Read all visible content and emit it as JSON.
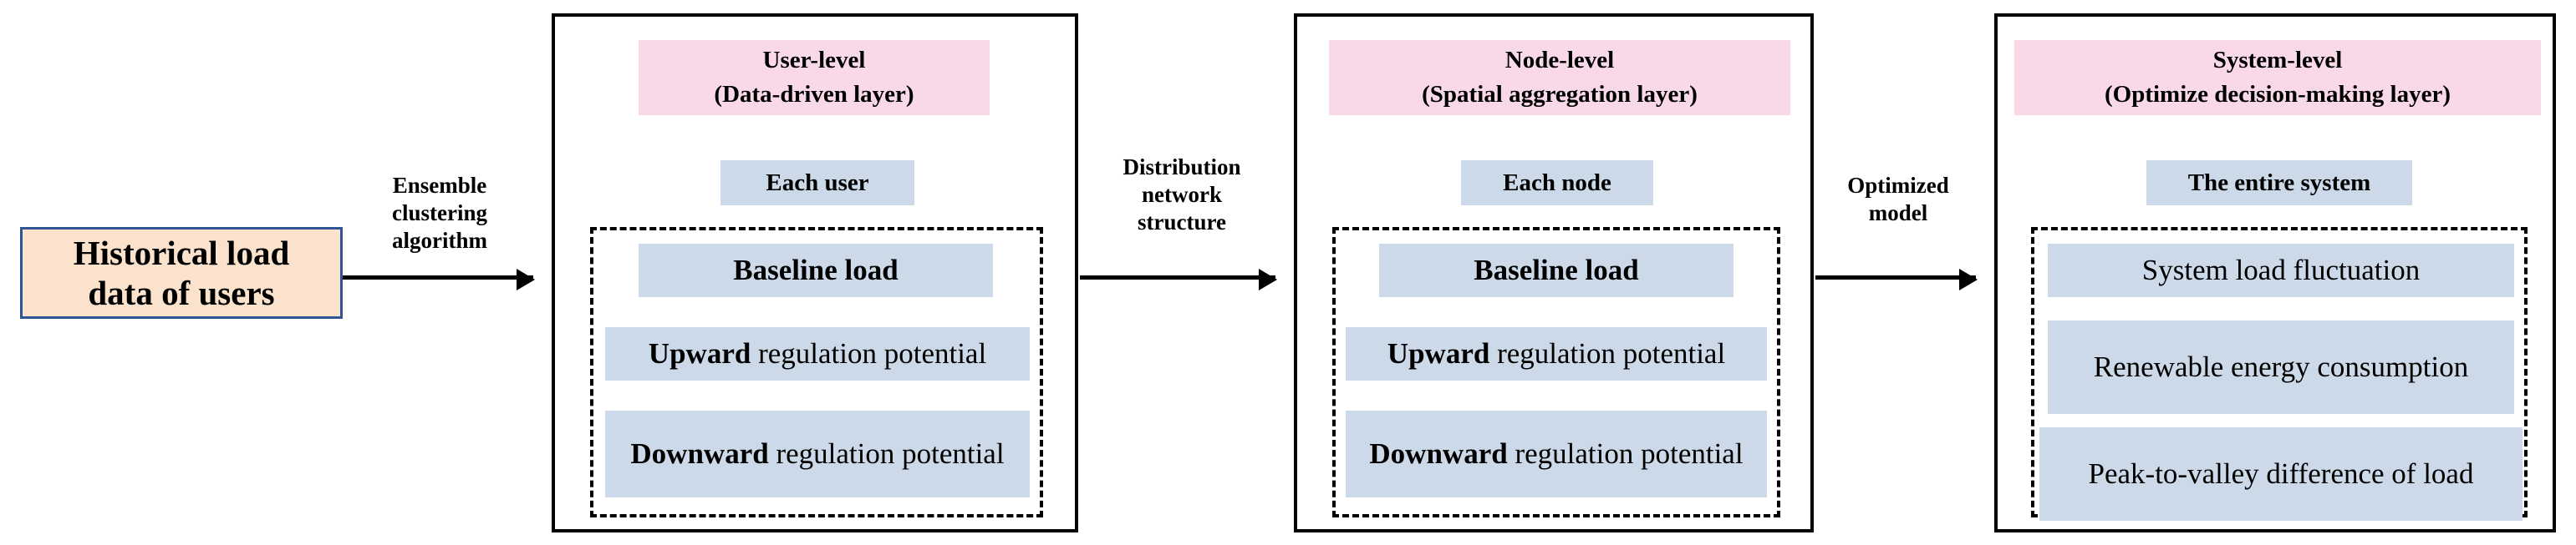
{
  "source": {
    "line1": "Historical load",
    "line2": "data of users",
    "fill": "#fbe2cd",
    "border": "#2f5597"
  },
  "arrows": [
    {
      "name": "ensemble-clustering",
      "line1": "Ensemble",
      "line2": "clustering",
      "line3": "algorithm"
    },
    {
      "name": "distribution-network",
      "line1": "Distribution",
      "line2": "network",
      "line3": "structure"
    },
    {
      "name": "optimized-model",
      "line1": "Optimized",
      "line2": "model",
      "line3": ""
    }
  ],
  "panels": [
    {
      "id": "user",
      "header_line1": "User-level",
      "header_line2": "(Data-driven layer)",
      "chip": "Each user",
      "items": [
        {
          "bold": "Baseline load",
          "rest": ""
        },
        {
          "bold": "Upward",
          "rest": " regulation potential"
        },
        {
          "bold": "Downward",
          "rest": " regulation potential"
        }
      ]
    },
    {
      "id": "node",
      "header_line1": "Node-level",
      "header_line2": "(Spatial aggregation layer)",
      "chip": "Each node",
      "items": [
        {
          "bold": "Baseline load",
          "rest": ""
        },
        {
          "bold": "Upward",
          "rest": " regulation potential"
        },
        {
          "bold": "Downward",
          "rest": " regulation potential"
        }
      ]
    },
    {
      "id": "system",
      "header_line1": "System-level",
      "header_line2": "(Optimize decision-making layer)",
      "chip": "The entire system",
      "items": [
        {
          "bold": "",
          "rest": "System load fluctuation"
        },
        {
          "bold": "",
          "rest": "Renewable energy consumption"
        },
        {
          "bold": "",
          "rest": "Peak-to-valley difference of load"
        }
      ]
    }
  ],
  "colors": {
    "pink_header": "#f9d9e8",
    "blue_item": "#ccd9e9",
    "peach_source": "#fbe2cd",
    "source_border": "#2f5597",
    "stroke": "#000000"
  }
}
